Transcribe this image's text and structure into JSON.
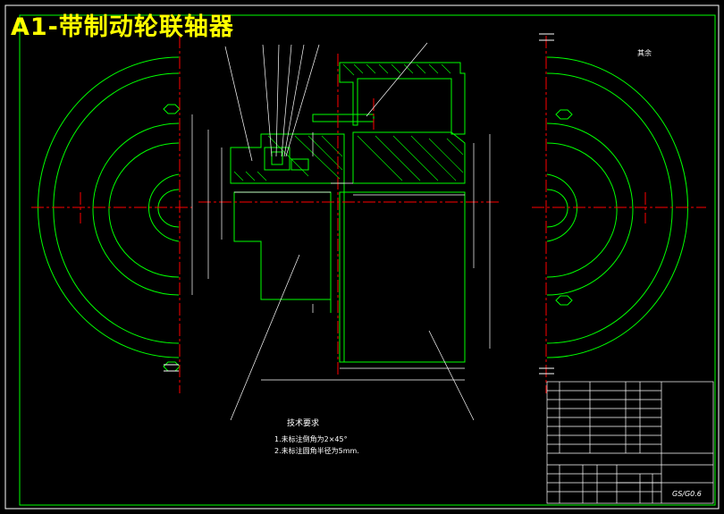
{
  "title": "A1-带制动轮联轴器",
  "corner_note": "其余",
  "technical_requirements": {
    "heading": "技术要求",
    "items": [
      "1.未标注倒角为2×45°",
      "2.未标注圆角半径为5mm."
    ]
  },
  "drawing_number": "GS/G0.6",
  "colors": {
    "background": "#000000",
    "title": "#ffff00",
    "outline": "#00ff00",
    "centerline": "#ff0000",
    "annotation": "#ffffff"
  }
}
